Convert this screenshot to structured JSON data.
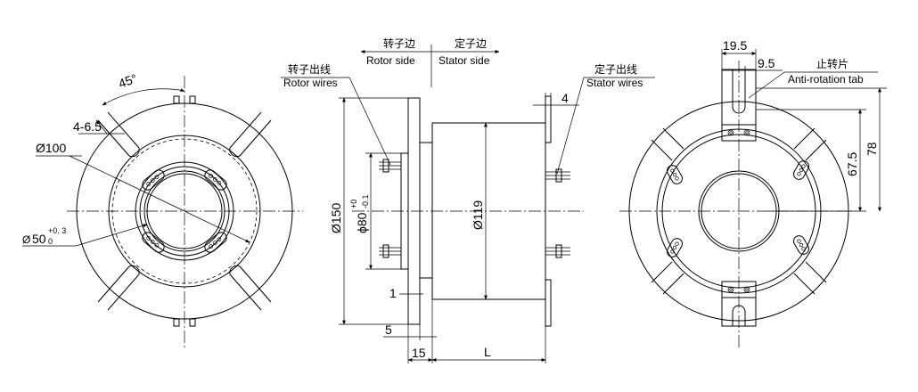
{
  "front_view": {
    "angle_label": "45°",
    "hole_label": "4-6.5",
    "diameter_outer_label": "Ø100",
    "bore_prefix": "Ø",
    "bore_value": "50",
    "bore_tol_upper": "+0. 3",
    "bore_tol_lower": "0"
  },
  "side_view": {
    "rotor_side_cn": "转子边",
    "rotor_side_en": "Rotor side",
    "stator_side_cn": "定子边",
    "stator_side_en": "Stator side",
    "rotor_wires_cn": "转子出线",
    "rotor_wires_en": "Rotor wires",
    "stator_wires_cn": "定子出线",
    "stator_wires_en": "Stator wires",
    "dim_flange_diameter": "Ø150",
    "dim_inner_prefix": "ϕ80",
    "dim_inner_tol_upper": "+0",
    "dim_inner_tol_lower": "-0.1",
    "dim_body_diameter": "Ø119",
    "dim_tab_thickness": "4",
    "dim_small": "1",
    "dim_flange_thickness": "5",
    "dim_offset": "15",
    "dim_length": "L"
  },
  "back_view": {
    "dim_width": "19.5",
    "dim_slot": "9.5",
    "anti_rotation_cn": "止转片",
    "anti_rotation_en": "Anti-rotation tab",
    "dim_height_1": "67.5",
    "dim_height_2": "78"
  }
}
